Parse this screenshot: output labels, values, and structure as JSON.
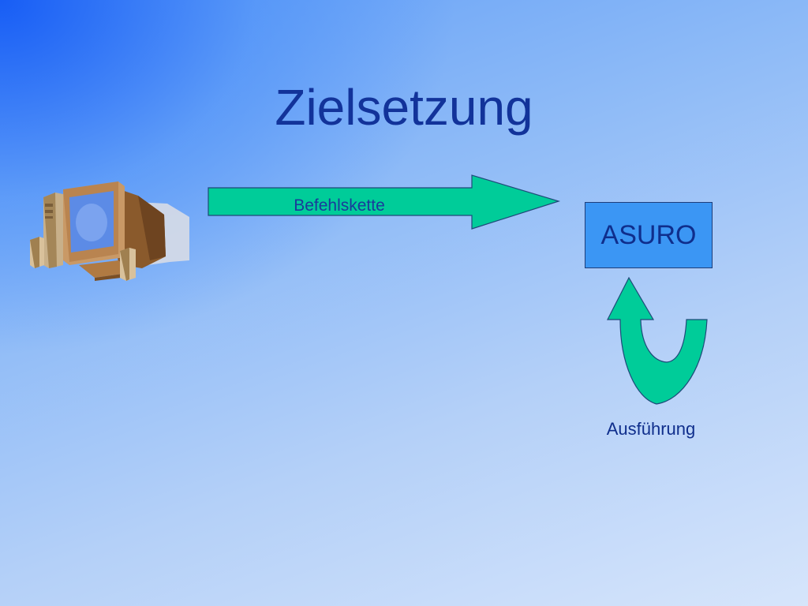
{
  "slide": {
    "title": "Zielsetzung"
  },
  "diagram": {
    "command_arrow_label": "Befehlskette",
    "robot_label": "ASURO",
    "execution_label": "Ausführung"
  },
  "colors": {
    "arrow_fill": "#00cc99",
    "box_fill": "#3b96f4",
    "title_text": "#12339a"
  },
  "icons": {
    "computer": "desktop-computer-icon",
    "command_arrow": "right-arrow",
    "execution_arrow": "u-turn-arrow"
  }
}
